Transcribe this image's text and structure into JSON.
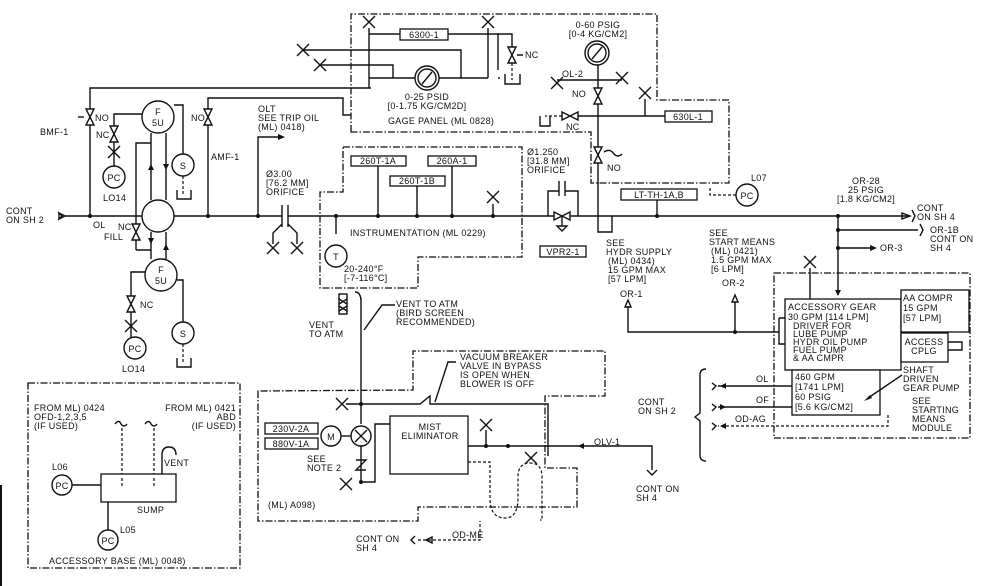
{
  "colors": {
    "line": "#111111",
    "background": "#ffffff"
  },
  "symbols": {
    "pc": "PC",
    "s": "S",
    "t": "T",
    "m": "M",
    "f": "F",
    "fu": "5U",
    "nc": "NC",
    "no": "NO"
  },
  "left": {
    "cont_sh2": [
      "CONT",
      "ON SH 2"
    ],
    "ol": "OL",
    "bmf": "BMF-1",
    "lo14a": "LO14",
    "lo14b": "LO14",
    "fill": "FILL",
    "amf": "AMF-1",
    "olt": [
      "OLT",
      "SEE TRIP OIL",
      "(ML) 0418)"
    ],
    "orifice1": [
      "Ø3.00",
      "[76.2 MM]",
      "ORIFICE"
    ]
  },
  "gage_panel": {
    "tag_6300": "6300-1",
    "gauge1": [
      "0-25 PSID",
      "[0-1.75 KG/CM2D]"
    ],
    "title": "GAGE PANEL (ML 0828)",
    "gauge2": [
      "0-60 PSIG",
      "[0-4 KG/CM2]"
    ],
    "ol2": "OL-2",
    "tag_630l": "630L-1"
  },
  "instrumentation": {
    "tags": [
      "260T-1A",
      "260T-1B",
      "260A-1"
    ],
    "title": "INSTRUMENTATION (ML 0229)",
    "temp": [
      "20-240°F",
      "[-7-116°C]"
    ]
  },
  "middle": {
    "orifice2": [
      "Ø1.250",
      "[31.8 MM]",
      "ORIFICE"
    ],
    "vpr": "VPR2-1",
    "lt": "LT-TH-1A,B",
    "l07": "L07",
    "hydr": [
      "SEE",
      "HYDR SUPPLY",
      "(ML) 0434)",
      "15 GPM MAX",
      "[57 LPM]"
    ],
    "or1": "OR-1",
    "start": [
      "SEE",
      "START MEANS",
      "(ML) 0421)",
      "1.5 GPM MAX",
      "[6 LPM]"
    ],
    "or2": "OR-2"
  },
  "right": {
    "or28": [
      "OR-28",
      "25 PSIG",
      "[1.8 KG/CM2]"
    ],
    "cont_sh4": [
      "CONT",
      "ON SH 4"
    ],
    "or1b": [
      "OR-1B",
      "CONT ON",
      "SH 4"
    ],
    "or3": "OR-3",
    "acc_gear": [
      "ACCESSORY GEAR",
      "30 GPM [114 LPM]",
      "DRIVER FOR",
      "LUBE PUMP",
      "HYDR OIL PUMP",
      "FUEL PUMP",
      "& AA CMPR"
    ],
    "aa_compr": [
      "AA COMPR",
      "15 GPM",
      "[57 LPM]"
    ],
    "access": [
      "ACCESS",
      "CPLG"
    ],
    "pump": [
      "460 GPM",
      "[1741 LPM]",
      "60 PSIG",
      "[5.6 KG/CM2]"
    ],
    "shaft": [
      "SHAFT",
      "DRIVEN",
      "GEAR PUMP"
    ],
    "see_module": [
      "SEE",
      "STARTING",
      "MEANS",
      "MODULE"
    ],
    "cont_sh2": [
      "CONT",
      "ON SH 2"
    ],
    "ol": "OL",
    "of": "OF",
    "od_ag": "OD-AG"
  },
  "mist": {
    "vent_to_atm": [
      "VENT",
      "TO ATM"
    ],
    "vent_note": [
      "VENT TO ATM",
      "(BIRD SCREEN",
      "RECOMMENDED)"
    ],
    "vacuum": [
      "VACUUM BREAKER",
      "VALVE IN BYPASS",
      "IS OPEN WHEN",
      "BLOWER IS OFF"
    ],
    "v230": "230V-2A",
    "v880": "880V-1A",
    "see_note": [
      "SEE",
      "NOTE 2"
    ],
    "eliminator": [
      "MIST",
      "ELIMINATOR"
    ],
    "ml": "(ML) A098)",
    "olv": "OLV-1",
    "cont_sh4a": [
      "CONT ON",
      "SH 4"
    ],
    "cont_sh4b": [
      "CONT ON",
      "SH 4"
    ],
    "od_me": "OD-ME"
  },
  "base": {
    "from1": [
      "FROM ML) 0424",
      "OFD-1,2,3,5",
      "(IF USED)"
    ],
    "from2": [
      "FROM ML) 0421",
      "ABD",
      "(IF USED)"
    ],
    "vent": "VENT",
    "l06": "L06",
    "l05": "L05",
    "sump": "SUMP",
    "title": "ACCESSORY BASE (ML) 0048)"
  }
}
